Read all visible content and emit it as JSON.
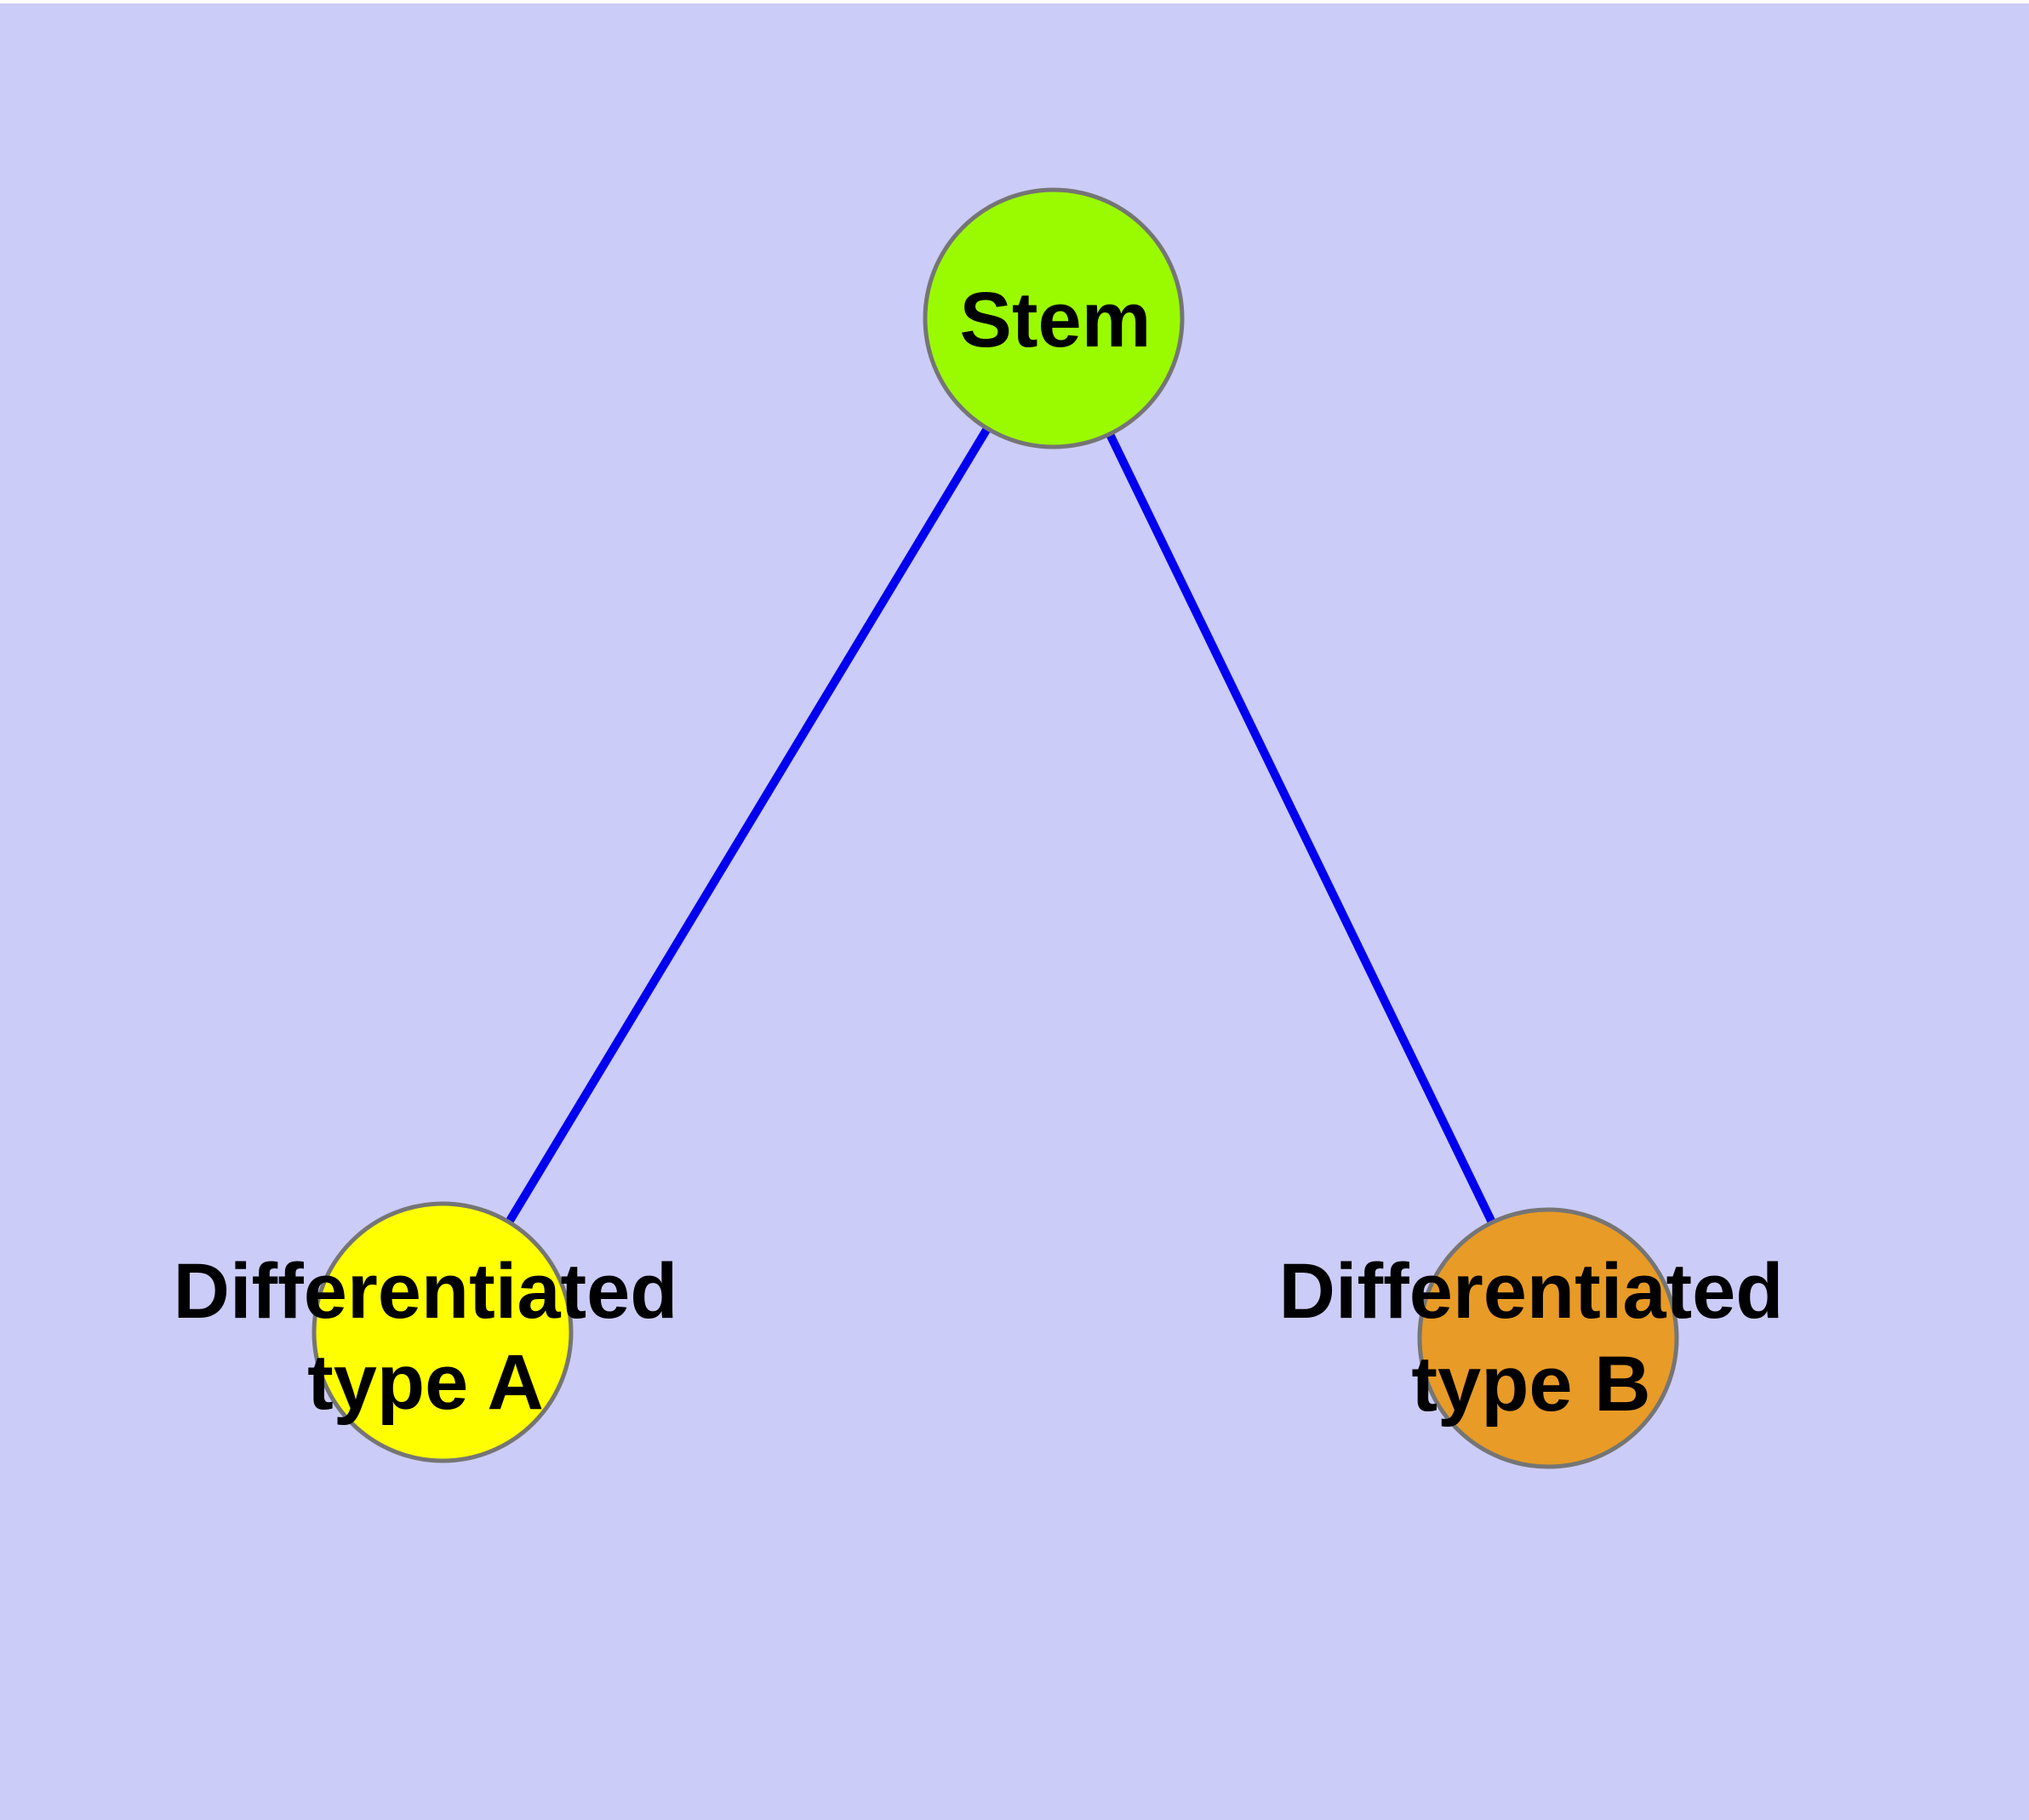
{
  "diagram": {
    "background_color": "#CCCCF8",
    "edge_color": "#0000EE",
    "node_border_color": "#757575",
    "text_color": "#000000",
    "nodes": {
      "stem": {
        "label": "Stem",
        "fill_color": "#9AFB00"
      },
      "type_a": {
        "label_line1": "Differentiated",
        "label_line2": "type A",
        "fill_color": "#FFFF00"
      },
      "type_b": {
        "label_line1": "Differentiated",
        "label_line2": "type B",
        "fill_color": "#E89B26"
      }
    },
    "edges": [
      {
        "from": "Stem",
        "to": "Differentiated type A"
      },
      {
        "from": "Stem",
        "to": "Differentiated type B"
      }
    ]
  }
}
